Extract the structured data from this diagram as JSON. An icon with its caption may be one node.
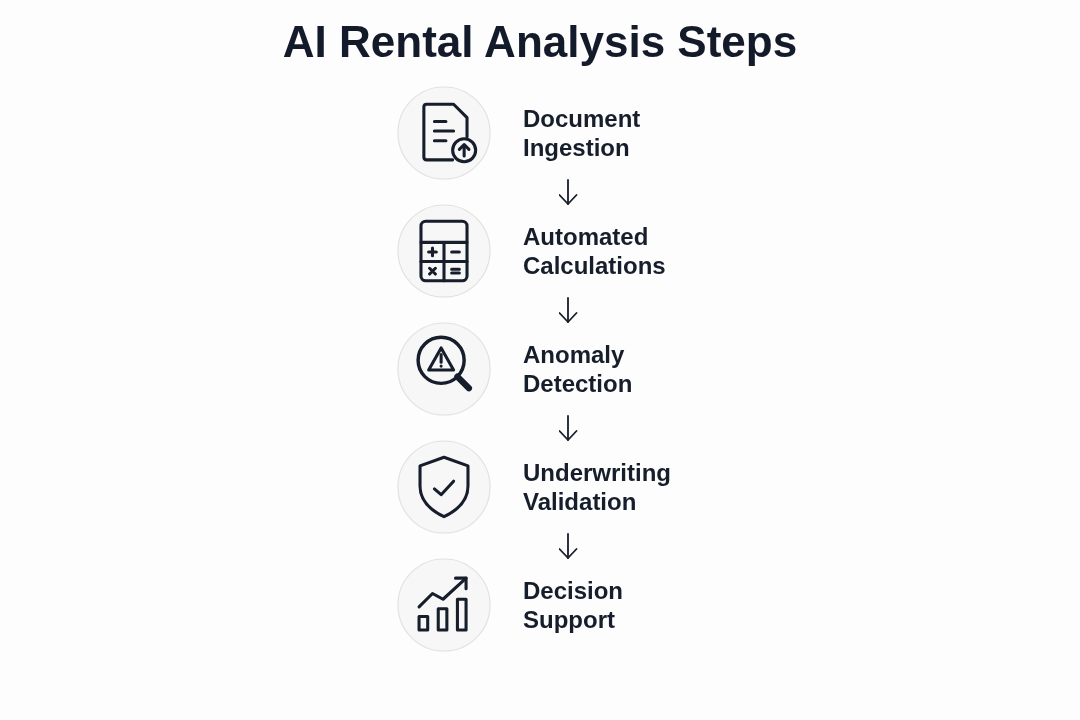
{
  "diagram": {
    "title": "AI Rental Analysis Steps",
    "nodes": [
      {
        "text": [
          "Document Ingestion"
        ]
      },
      {
        "text": [
          "Automated Calculations"
        ]
      },
      {
        "text": [
          "Anomaly Detection"
        ]
      },
      {
        "text": [
          "Underwriting Validation"
        ]
      },
      {
        "text": [
          "Decision Support"
        ]
      }
    ],
    "edges": [
      {
        "from": 0,
        "to": 1,
        "arrow": "to"
      },
      {
        "from": 1,
        "to": 2,
        "arrow": "to"
      },
      {
        "from": 2,
        "to": 3,
        "arrow": "to"
      },
      {
        "from": 3,
        "to": 4,
        "arrow": "to"
      }
    ]
  }
}
